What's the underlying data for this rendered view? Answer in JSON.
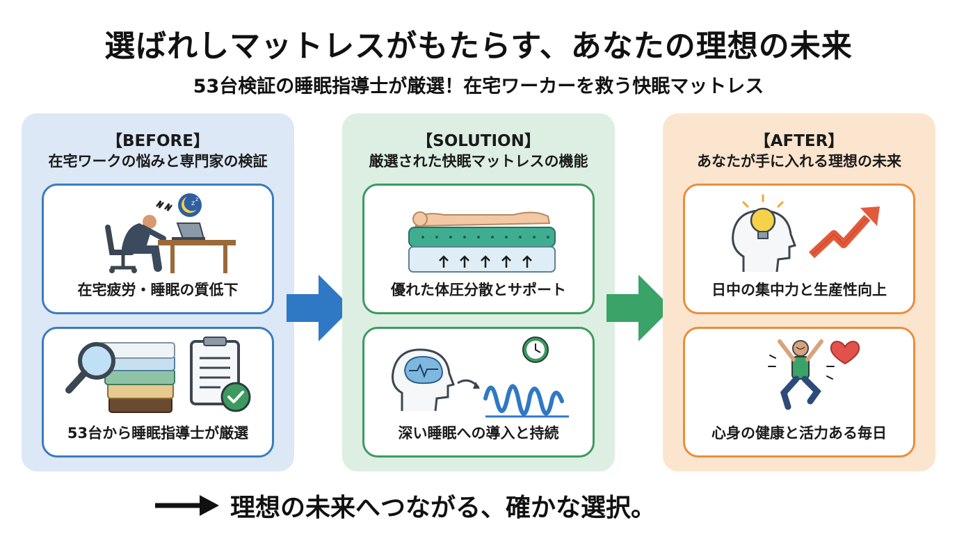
{
  "title": "選ばれしマットレスがもたらす、あなたの理想の未来",
  "subtitle": "53台検証の睡眠指導士が厳選！在宅ワーカーを救う快眠マットレス",
  "panels": [
    {
      "tag": "【BEFORE】",
      "heading": "在宅ワークの悩みと専門家の検証",
      "cards": [
        {
          "label": "在宅疲労・睡眠の質低下",
          "icon": "tired-worker-icon"
        },
        {
          "label": "53台から睡眠指導士が厳選",
          "icon": "mattress-inspection-icon"
        }
      ]
    },
    {
      "tag": "【SOLUTION】",
      "heading": "厳選された快眠マットレスの機能",
      "cards": [
        {
          "label": "優れた体圧分散とサポート",
          "icon": "mattress-support-icon"
        },
        {
          "label": "深い睡眠への導入と持続",
          "icon": "brain-sleep-wave-icon"
        }
      ]
    },
    {
      "tag": "【AFTER】",
      "heading": "あなたが手に入れる理想の未来",
      "cards": [
        {
          "label": "日中の集中力と生産性向上",
          "icon": "idea-growth-icon"
        },
        {
          "label": "心身の健康と活力ある毎日",
          "icon": "happy-person-heart-icon"
        }
      ]
    }
  ],
  "footer": {
    "text": "理想の未来へつながる、確かな選択。"
  },
  "colors": {
    "before_accent": "#3b7bc0",
    "solution_accent": "#3d9a5f",
    "after_accent": "#e98e3a",
    "before_bg": "#dce8f5",
    "solution_bg": "#dcefe2",
    "after_bg": "#fce5cf"
  }
}
